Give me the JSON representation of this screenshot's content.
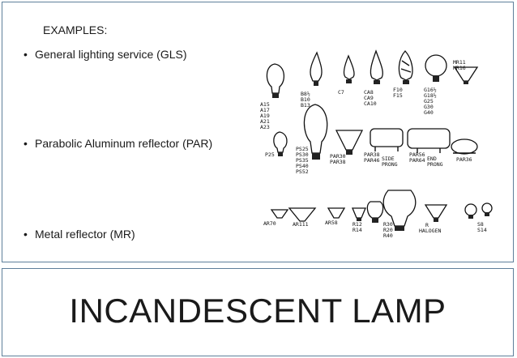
{
  "slide": {
    "heading": "EXAMPLES:",
    "bullets": [
      "General lighting service (GLS)",
      "Parabolic Aluminum reflector (PAR)",
      "Metal reflector (MR)"
    ],
    "title": "INCANDESCENT LAMP"
  },
  "lamps": {
    "row1": [
      [
        "A15",
        "A17",
        "A19",
        "A21",
        "A23"
      ],
      [
        "B8½",
        "B10",
        "B13"
      ],
      [
        "C7"
      ],
      [
        "CA8",
        "CA9",
        "CA10"
      ],
      [
        "F10",
        "F15"
      ],
      [
        "G16½",
        "G18½",
        "G25",
        "G30",
        "G40"
      ],
      [
        "MR11",
        "MR16"
      ]
    ],
    "row2": [
      [
        "P25"
      ],
      [
        "PS25",
        "PS30",
        "PS35",
        "PS40",
        "PS52"
      ],
      [
        "PAR30",
        "PAR38"
      ],
      [
        "PAR38",
        "PAR46",
        "SIDE",
        "PRONG"
      ],
      [
        "PAR56",
        "PAR64",
        "END",
        "PRONG"
      ],
      [
        "PAR36"
      ]
    ],
    "row3": [
      [
        "AR70"
      ],
      [
        "AR111"
      ],
      [
        "AR58"
      ],
      [
        "R12",
        "R14"
      ],
      [
        "R30",
        "R20",
        "R40"
      ],
      [
        "R",
        "HALOGEN"
      ],
      [
        "S8",
        "S14"
      ]
    ]
  }
}
